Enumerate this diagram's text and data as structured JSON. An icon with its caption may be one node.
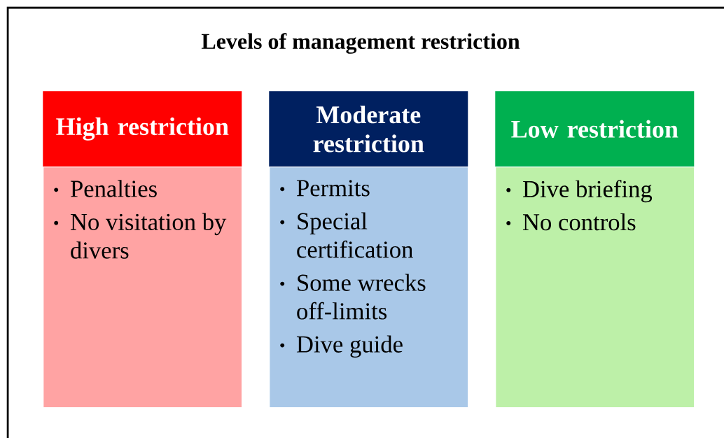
{
  "diagram": {
    "title": "Levels of management restriction",
    "nodes": [
      {
        "text": [
          "High restriction"
        ]
      },
      {
        "text": [
          "Penalties",
          "No visitation by divers"
        ]
      },
      {
        "text": [
          "Moderate restriction"
        ]
      },
      {
        "text": [
          "Permits",
          "Special certification",
          "Some wrecks off-limits",
          "Dive guide"
        ]
      },
      {
        "text": [
          "Low restriction"
        ]
      },
      {
        "text": [
          "Dive briefing",
          "No controls"
        ]
      }
    ]
  }
}
